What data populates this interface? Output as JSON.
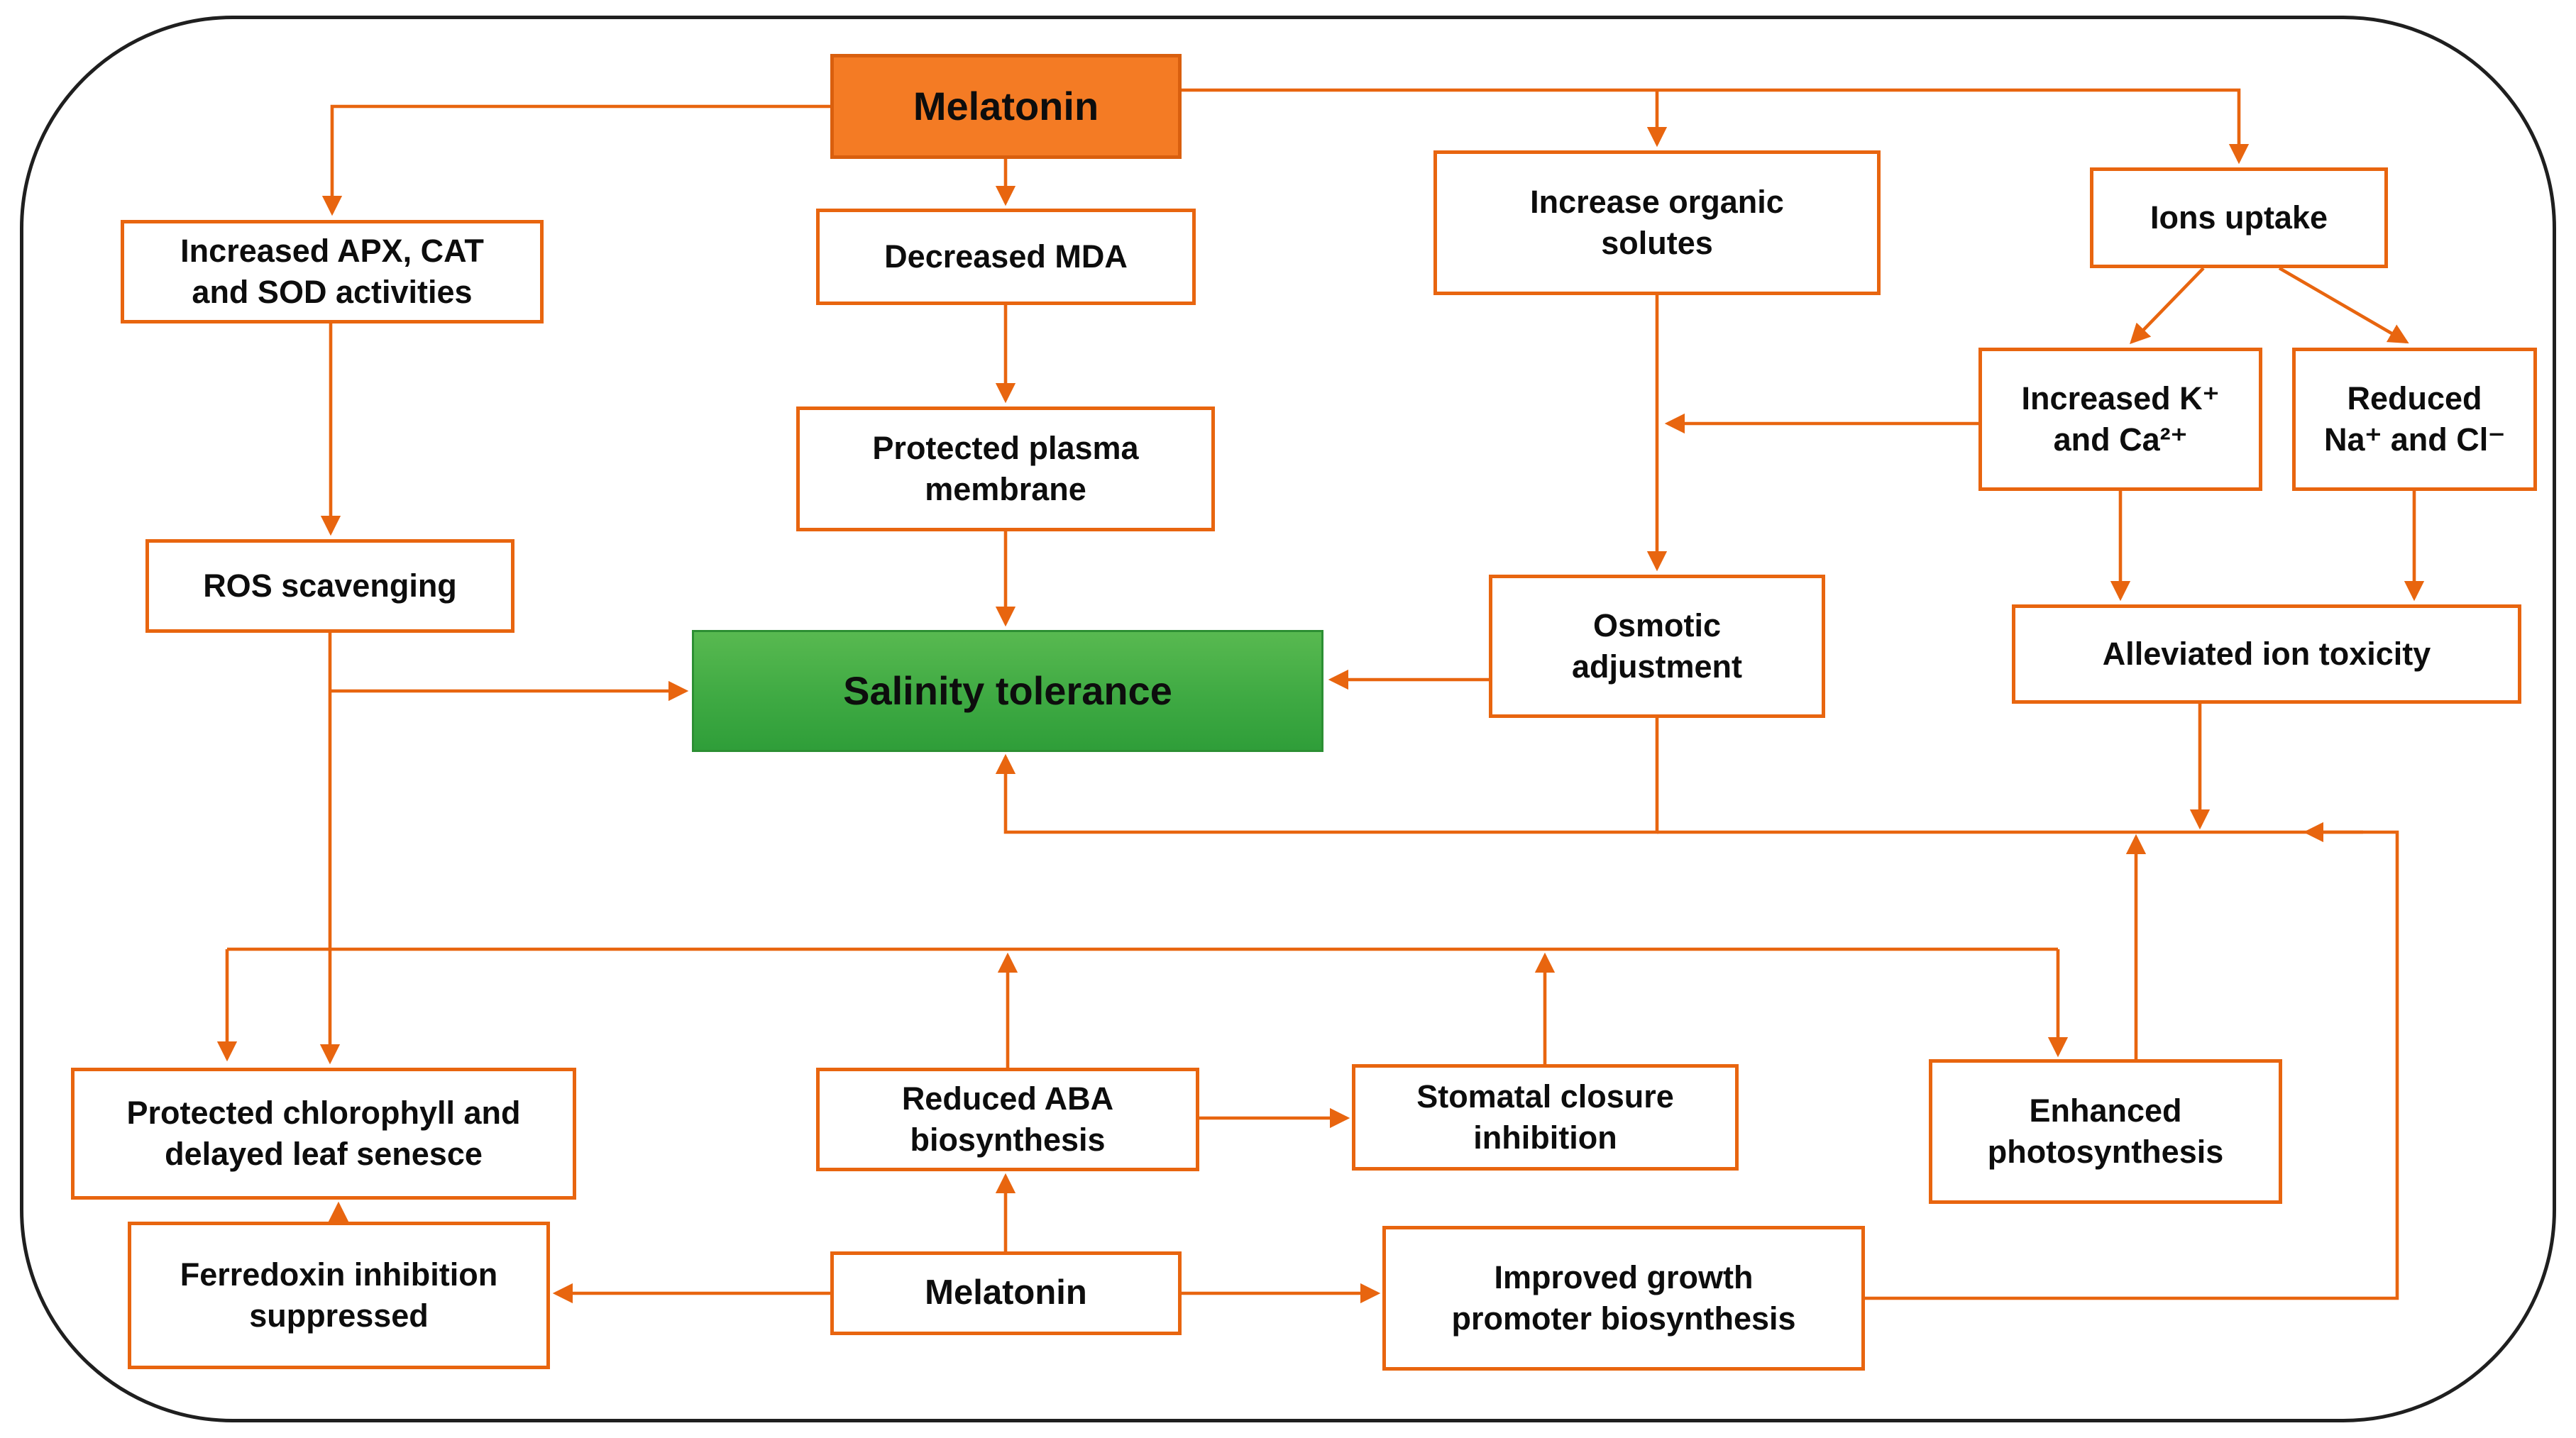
{
  "diagram": {
    "title_hint": "Melatonin mediated salinity tolerance flowchart",
    "colors": {
      "accent_orange": "#E8650F",
      "melatonin_fill": "#F47B24",
      "melatonin_border": "#D95F0E",
      "salinity_green_top": "#58B950",
      "salinity_green_bottom": "#2F9E39",
      "outer_border": "#1f1f1f",
      "text": "#0d0d0d"
    },
    "nodes": {
      "melatonin_top": {
        "label": "Melatonin"
      },
      "increased_apx": {
        "label": "Increased APX, CAT\nand SOD activities"
      },
      "decreased_mda": {
        "label": "Decreased MDA"
      },
      "increase_organic": {
        "label": "Increase organic\nsolutes"
      },
      "ions_uptake": {
        "label": "Ions uptake"
      },
      "increased_k": {
        "label": "Increased K⁺\nand Ca²⁺"
      },
      "reduced_na": {
        "label": "Reduced\nNa⁺ and Cl⁻"
      },
      "protected_plasma": {
        "label": "Protected plasma\nmembrane"
      },
      "ros_scavenging": {
        "label": "ROS scavenging"
      },
      "salinity_tolerance": {
        "label": "Salinity tolerance"
      },
      "osmotic_adjustment": {
        "label": "Osmotic\nadjustment"
      },
      "alleviated_ion": {
        "label": "Alleviated ion toxicity"
      },
      "protected_chlorophyll": {
        "label": "Protected chlorophyll and\ndelayed leaf senesce"
      },
      "reduced_aba": {
        "label": "Reduced ABA\nbiosynthesis"
      },
      "stomatal_closure": {
        "label": "Stomatal closure\ninhibition"
      },
      "enhanced_photo": {
        "label": "Enhanced\nphotosynthesis"
      },
      "ferredoxin": {
        "label": "Ferredoxin inhibition\nsuppressed"
      },
      "melatonin_bottom": {
        "label": "Melatonin"
      },
      "improved_growth": {
        "label": "Improved growth\npromoter biosynthesis"
      }
    }
  }
}
